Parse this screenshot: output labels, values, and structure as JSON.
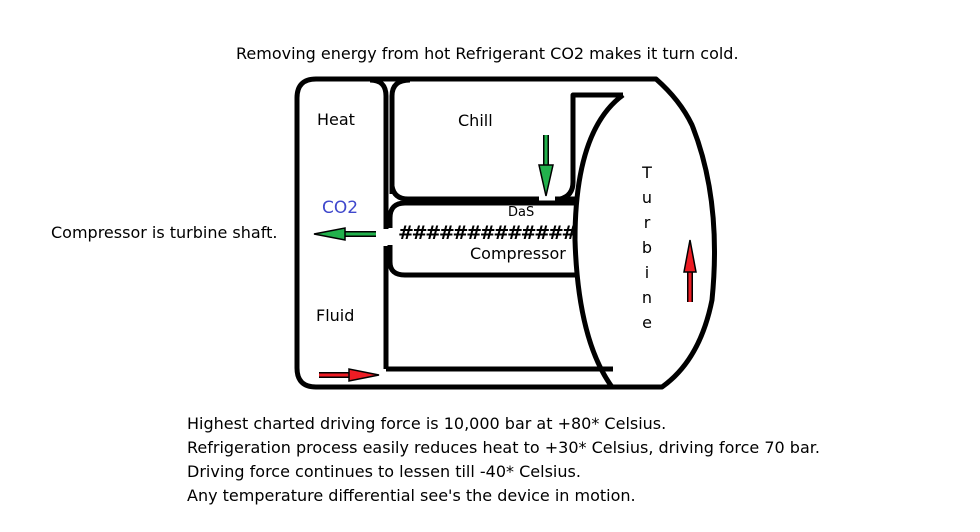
{
  "title": "Removing energy from hot Refrigerant CO2 makes it turn cold.",
  "labels": {
    "heat": "Heat",
    "chill": "Chill",
    "co2": "CO2",
    "das": "DaS",
    "shaft": "#############",
    "compressor": "Compressor",
    "fluid": "Fluid",
    "turbine": [
      "T",
      "u",
      "r",
      "b",
      "i",
      "n",
      "e"
    ],
    "side_note": "Compressor is turbine shaft."
  },
  "notes": [
    "Highest charted driving force is 10,000 bar at +80* Celsius.",
    "Refrigeration process easily reduces heat to +30* Celsius, driving force 70 bar.",
    "Driving force continues to lessen till -40* Celsius.",
    "Any temperature differential see's the device in motion."
  ],
  "colors": {
    "green_arrow": "#22b14c",
    "red_arrow": "#ed1c24",
    "co2_text": "#3f48cc"
  }
}
